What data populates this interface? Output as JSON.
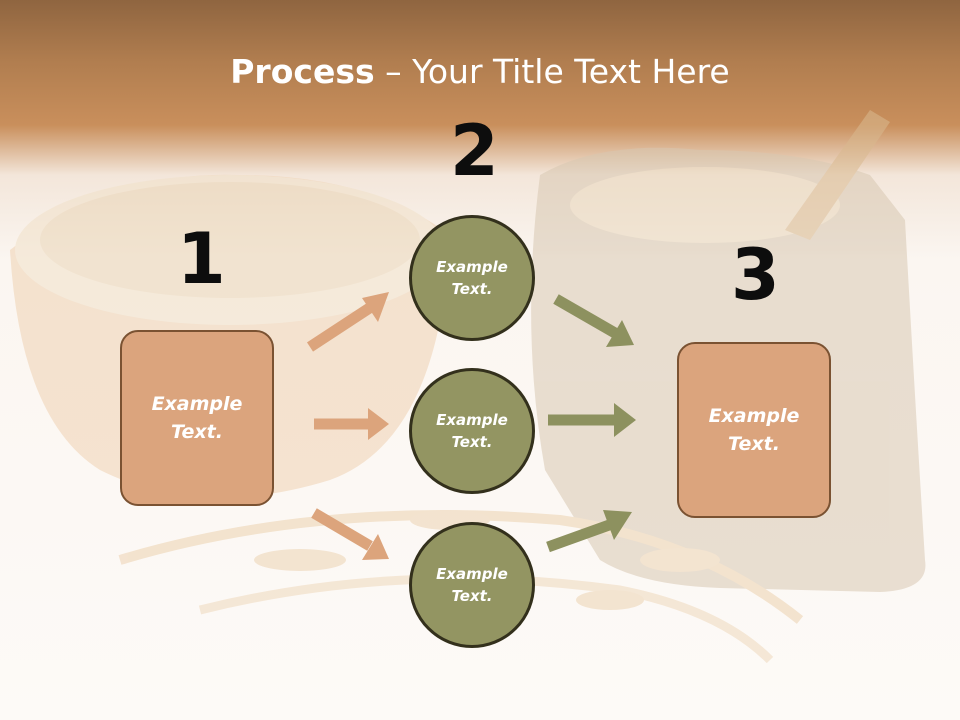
{
  "title": {
    "bold": "Process",
    "rest": " – Your Title Text Here"
  },
  "steps": [
    {
      "number": "1",
      "text": "Example\nText."
    },
    {
      "number": "2"
    },
    {
      "number": "3",
      "text": "Example\nText."
    }
  ],
  "circles": [
    {
      "text": "Example\nText."
    },
    {
      "text": "Example\nText."
    },
    {
      "text": "Example\nText."
    }
  ],
  "colors": {
    "box_fill": "#dba47d",
    "box_border": "#7a5232",
    "circle_fill": "#939562",
    "circle_border": "#33301c",
    "arrow_tan": "#dca47c",
    "arrow_olive": "#8d915f",
    "header": "#c98f5c"
  }
}
